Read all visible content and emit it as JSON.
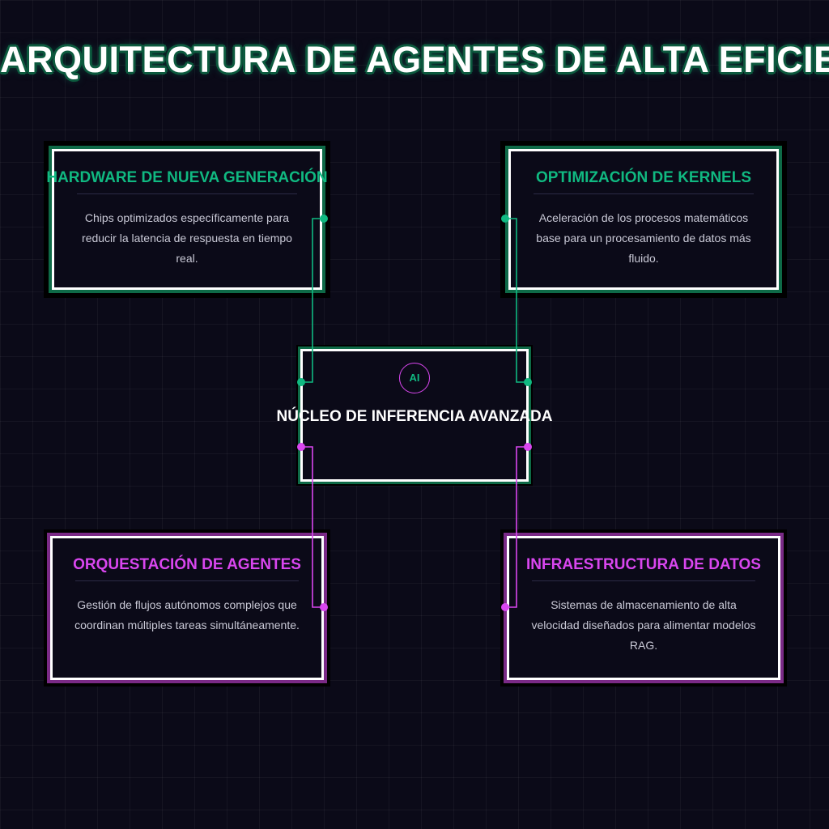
{
  "title": "ARQUITECTURA DE AGENTES DE ALTA EFICIENCIA",
  "core": {
    "badge": "AI",
    "title": "NÚCLEO DE INFERENCIA AVANZADA"
  },
  "cards": {
    "hardware": {
      "title": "HARDWARE DE NUEVA GENERACIÓN",
      "description": "Chips optimizados específicamente para reducir la latencia de respuesta en tiempo real."
    },
    "kernels": {
      "title": "OPTIMIZACIÓN DE KERNELS",
      "description": "Aceleración de los procesos matemáticos base para un procesamiento de datos más fluido."
    },
    "agents": {
      "title": "ORQUESTACIÓN DE AGENTES",
      "description": "Gestión de flujos autónomos complejos que coordinan múltiples tareas simultáneamente."
    },
    "data": {
      "title": "INFRAESTRUCTURA DE DATOS",
      "description": "Sistemas de almacenamiento de alta velocidad diseñados para alimentar modelos RAG."
    }
  },
  "colors": {
    "background": "#0b0a18",
    "accent_green": "#10b981",
    "accent_purple": "#d946ef",
    "text": "#ffffff",
    "muted_text": "#c9c9d6"
  }
}
